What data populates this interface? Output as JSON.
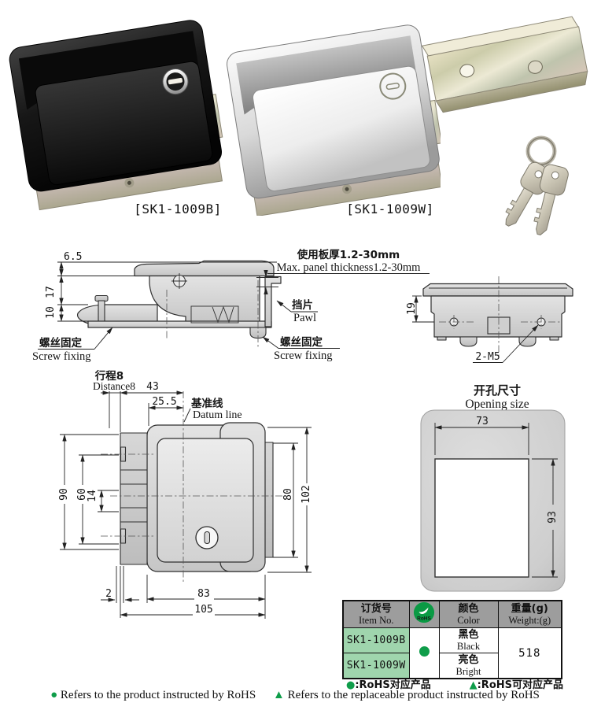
{
  "photos": {
    "black_label": "[SK1-1009B]",
    "bright_label": "[SK1-1009W]"
  },
  "side_view": {
    "dim_top": "6.5",
    "dim_mid": "17",
    "dim_bot": "10",
    "panel_cn": "使用板厚1.2-30mm",
    "panel_en": "Max. panel thickness1.2-30mm",
    "pawl_cn": "挡片",
    "pawl_en": "Pawl",
    "screw_left_cn": "螺丝固定",
    "screw_left_en": "Screw fixing",
    "screw_right_cn": "螺丝固定",
    "screw_right_en": "Screw fixing"
  },
  "rear_view": {
    "dim_depth": "19",
    "thread_label": "2-M5"
  },
  "front_view": {
    "stroke_cn": "行程8",
    "stroke_en": "Distance8",
    "dim_43": "43",
    "dim_25_5": "25.5",
    "datum_cn": "基准线",
    "datum_en": "Datum line",
    "dim_90": "90",
    "dim_60": "60",
    "dim_14": "14",
    "dim_80": "80",
    "dim_102": "102",
    "dim_2": "2",
    "dim_83": "83",
    "dim_105": "105"
  },
  "opening_size": {
    "title_cn": "开孔尺寸",
    "title_en": "Opening size",
    "dim_width": "73",
    "dim_height": "93"
  },
  "spec_table": {
    "headers": {
      "item_cn": "订货号",
      "item_en": "Item No.",
      "rohs": "RoHS",
      "color_cn": "颜色",
      "color_en": "Color",
      "weight_cn": "重量(g)",
      "weight_en": "Weight:(g)"
    },
    "rows": [
      {
        "item": "SK1-1009B",
        "color_cn": "黑色",
        "color_en": "Black"
      },
      {
        "item": "SK1-1009W",
        "color_cn": "亮色",
        "color_en": "Bright"
      }
    ],
    "weight": "518"
  },
  "legend": {
    "dot_glyph": "●",
    "tri_glyph": "▲",
    "dot_cn": ":RoHS对应产品",
    "tri_cn": ":RoHS可对应产品",
    "dot_en": "Refers to the product instructed by RoHS",
    "tri_en": "Refers to the replaceable product instructed by RoHS"
  },
  "colors": {
    "rohs_green": "#0f9d4a",
    "header_gray": "#9d9d9d",
    "row_green": "#9fd5ad"
  }
}
